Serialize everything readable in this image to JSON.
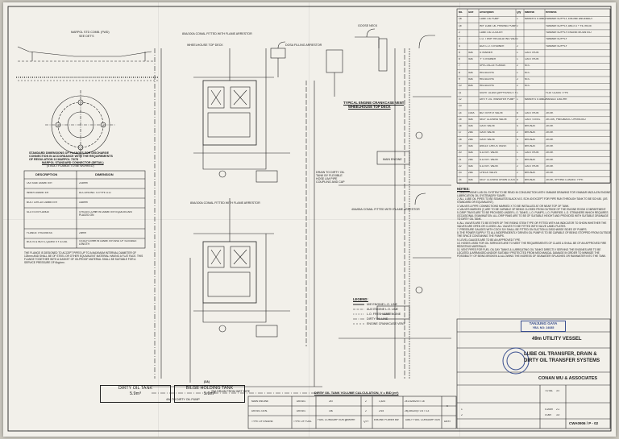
{
  "marpol": {
    "coaming_label": "MARPOL STD COMB. (FWD)",
    "see_det": "SEE DET'S",
    "detail_title": "MARPOL STANDARD CONNECTOR (DETAIL)",
    "detail_sub": "(4 BOLT FLANGE TO BE WORKED)",
    "flange_title_1": "STANDARD DIMENSIONS OF FLANGES FOR DISCHARGE",
    "flange_title_2": "CONNECTION IN ACCORDANCE WITH THE REQUIREMENTS",
    "flange_title_3": "OF REGULATION 13 MARPOL 73/78"
  },
  "dim_table": {
    "headers": [
      "DESCRIPTION",
      "DIMENSION"
    ],
    "rows": [
      [
        "OUTSIDE DIAMETER",
        "215mm"
      ],
      [
        "INNER DIAMETER",
        "ACCORDING TO PIPE O.D."
      ],
      [
        "BOLT CIRCLE DIAMETER",
        "183mm"
      ],
      [
        "SLOTS IN FLANGE",
        "4 HOLES 22mm IN DIAMETER EQUIDISTANT PLACED ON"
      ],
      [
        "FLANGE THICKNESS",
        "20mm"
      ],
      [
        "BOLTS & NUTS, QUANTITY & DIA.",
        "4 EACH 20mm IN DIAMETER AND OF SUITABLE LENGTH"
      ]
    ],
    "footnote": "THE FLANGE IS DESIGNED TO ACCEPT PIPES UP TO A MAXIMUM INTERNAL DIAMETER OF 125mm AND SHALL BE OF STEEL OR OTHER EQUIVALENT MATERIAL HAVING A FLAT FACE. THIS FLANGE TOGETHER WITH A GASKET OF OILPROOF MATERIAL SHALL BE SUITABLE FOR A SERVICE PRESSURE OF 6kg/cm²."
  },
  "labels": {
    "typical_title": "TYPICAL ENGINE CRANKCASE VENT",
    "typical_sub": "WHEELHOUSE TOP DECK",
    "goose_1": "80A/100A COMAL FITTED WITH FLAME ARRESTOR",
    "goose_2": "WHEELHOUSE TOP DECK",
    "goose_3": "80A/100A COMAL FITTED WITH FLAME ARRESTOR",
    "goose_4": "40A/65A COMAL FITTED WITH FLAME ARRESTOR",
    "dosa": "DOSA FILLING ARRESTOR",
    "gooseneck": "GOOSE NECK",
    "drain": "DRAIN TO DIRTY OIL TANK BY FLEXIBLE HOSE LIM PIPE COUPLING AND CAP",
    "vent_main": "MAIN ENGINE",
    "vent_aux": "AUX ENGINE",
    "pipe_40": "40A TO DIRTY OIL PUMP",
    "pipe_25": "25A DRAIN FROM WET PIPE"
  },
  "legend": {
    "title": "LEGEND:",
    "items": [
      "M/E ENGINE L.O. LINE",
      "AUX ENGINE L.O. LINE",
      "L.O. FRESH LINE",
      "DIRTY OIL LINE",
      "ENGINE CRANKCASE VENT"
    ]
  },
  "tanks": {
    "dirty_name": "DIRTY OIL TANK",
    "dirty_vol": "5.9m³",
    "bilge_tag": "(3A)",
    "bilge_name": "BILGE HOLDING TANK",
    "bilge_vol": "5.9m³"
  },
  "dirty_table": {
    "title": "DIRTY OIL TANK VOLUME CALCULATION, V = B/D (m³)",
    "rows": [
      [
        "MAIN ENGINE",
        "DIESEL",
        "267",
        "2",
        "1,524",
        "2x1.524x257= 18"
      ],
      [
        "DIESEL GEN.",
        "DIESEL",
        "150",
        "2",
        "2/15",
        "2x(15x220)= 0.4 = 13"
      ],
      [
        "TYPE OF ENGINE",
        "TYPE OF FUEL",
        "FUEL CONSUMPTION g/kW/HR",
        "QTY",
        "ENGINE POWER kW",
        "DAILY FUEL CONSUMPTION"
      ]
    ],
    "days": "DAYS",
    "days_val": "5"
  },
  "parts": {
    "headers": [
      "No.",
      "Size",
      "Description",
      "Qty",
      "Material",
      "Remarks"
    ],
    "rows": [
      [
        "1a",
        "",
        "LUBE OIL PUMP",
        "1",
        "MAKER'S STANDARD",
        "YANMAR SUPPLY, ENGINE ANGEBAUT"
      ],
      [
        "1b",
        "",
        "W/F LUBE OIL PRIMING PUMP",
        "2",
        "",
        "YANMAR SUPPLY, ANGTO + FILTRATE"
      ],
      [
        "2",
        "",
        "LUBE OIL COOLER",
        "",
        "",
        "YANMAR SUPPLY ENGINE MOUNTED"
      ],
      [
        "3",
        "",
        "L.O. TEMP. REGULATING VALVE",
        "2",
        "",
        "YANMAR SUPPLY"
      ],
      [
        "4",
        "",
        "AUX L.O. STRAINER",
        "2",
        "",
        "YANMAR SUPPLY"
      ],
      [
        "5",
        "40A",
        "STRAINER",
        "1",
        "CAST IRON",
        ""
      ],
      [
        "6",
        "40A",
        "'Y' STRAINER",
        "1",
        "CAST IRON",
        ""
      ],
      [
        "7",
        "",
        "SPECTACLE FLANGE",
        "2",
        "M.S.",
        ""
      ],
      [
        "8",
        "40A",
        "REDUCERS",
        "1",
        "M.S.",
        ""
      ],
      [
        "9",
        "50A",
        "REDUCERS",
        "2",
        "M.S.",
        ""
      ],
      [
        "10",
        "80A",
        "REDUCERS",
        "2",
        "M.S.",
        ""
      ],
      [
        "11",
        "",
        "SIGHT GLASS (APPROVED TYPE)",
        "1",
        "",
        "FLAT GLASS TYPE"
      ],
      [
        "12",
        "",
        "DIRTY OIL TRANSFER PUMP",
        "1",
        "MAKER'S STANDARD",
        "HANDLE 100L/HR"
      ],
      [
        "13",
        "",
        "",
        "",
        "",
        ""
      ],
      [
        "14",
        "100A",
        "BUTTERFLY VALVE",
        "8",
        "CAST IRON",
        "JIS 5K"
      ],
      [
        "15",
        "40A",
        "SELF CLOSING VALVE",
        "2",
        "CAST STEEL",
        "JIS 10K, PNEUMATIC OPERATED"
      ],
      [
        "16",
        "40A",
        "GATE VALVE",
        "4",
        "BRONZE",
        "JIS 5K"
      ],
      [
        "17",
        "25A",
        "GATE VALVE",
        "2",
        "BRONZE",
        "JIS 5K"
      ],
      [
        "18",
        "25A",
        "GATE VALVE",
        "4",
        "BRONZE",
        "JIS 5K"
      ],
      [
        "19",
        "40A",
        "ANGLE CHECK VALVE",
        "1",
        "BRONZE",
        "JIS 5K"
      ],
      [
        "20",
        "40A",
        "S.D.N.R. VALVE",
        "1",
        "CAST IRON",
        "JIS 5K"
      ],
      [
        "21",
        "25A",
        "S.D.N.R. VALVE",
        "1",
        "BRONZE",
        "JIS 5K"
      ],
      [
        "22",
        "40A",
        "S.D.N.R. VALVE",
        "2",
        "CAST IRON",
        "JIS 5K"
      ],
      [
        "23",
        "25A",
        "CHECK VALVE",
        "2",
        "BRONZE",
        "JIS 5K"
      ],
      [
        "24",
        "40A",
        "SELF CLOSING DRAIN COCK",
        "6",
        "BRONZE",
        "JIS 5K, SPRING LOADED TYPE"
      ]
    ]
  },
  "notes": {
    "title": "NOTES:",
    "items": [
      "1. MAIN ENGINE LUB OIL SYSTEM TO BE READ IN CONJUNCTION WITH YANMAR DRAWING FOR YANMAR 6N21A-EN ENGINE LUBRICATION OIL SYSTEM(DRY SUMP)",
      "2. ALL LUBE OIL PIPES TO BE SEAMLESS BLACK M.S. SCH.40 EXCEPT FOR PIPE RUN THROUGH TANK TO BE SCH.80. (JIS STANDARD OR EQUIVALENT).",
      "3. VALVES & PIPE CONNECTIONS MARKED X TO BE INSTALLED AT OR NEAR TOP OF TANK.",
      "4. VALVES MARKED (*) ARE TO BE CAPABLE OF BEING CLOSED FROM OUTSIDE OF THE ENGINE ROOM COMPARTMENT.",
      "5. DRIP TRAYS ARE TO BE PROVIDED UNDER L.O. TANKS, L.O. PUMPS, L.O. PURIFIER, L.O. STRAINERS WHICH REQUIRES OCCASIONAL EXAMINATION. ALL DRIP PANS ARE TO BE OF SUITABLE HEIGHT AND PROVIDED WITH SUITABLE DRAINAGE TO DIRTY OIL TANK.",
      "6. ALL VALVES ARE TO BE EITHER OF THE RISING STEM TYPE OR FITTED WITH AN INDICATOR TO SHOW WHETHER THE VALVES ARE OPEN OR CLOSED. ALL VALVES TO BE FITTED WITH VALVE LABEL PLATES.",
      "7. PRESSURE GAUGES WITH COCK S/V SHALL BE FITTED ON SUCTION & DISCHARGE SIDES OF PUMPS.",
      "8. THE POWER SUPPLY TO ALL INDEPENDENTLY DRIVEN OIL PUMP IS TO BE CAPABLE OF BEING STOPPED FROM OUTSIDE THE SPACE CONTAINING THE PUMPS.",
      "9. LEVEL GAUGES ARE TO BE AN APPROVED TYPE.",
      "10. HOSES USED FOR OIL SERVICES ARE TO MEET THE REQUIREMENTS OF CLASS & SHALL BE OF AN APPROVED FIRE RESISTING MATERIALS.",
      "11. VENT PIPES FOR FUEL OIL DAY TANKS & LUBRICATING OIL TANKS DIRECTLY SERVING THE ENGINES ARE TO BE LOCATED & ARRANGED AND/OR SUITABLY PROTECTED FROM MECHANICAL DAMAGE IN ORDER TO MINIMIZE THE POSSIBILITY OF BEING BROKEN & ALLOWING THE INGRESS OF SEAWATER SPLASHES OR RAINWATER INTO THE TANK."
    ]
  },
  "title_block": {
    "stamp_1": "TANJUNG GAYA",
    "stamp_2": "YB/L NO: 24085",
    "vessel": "49m UTILITY VESSEL",
    "title_1": "LUBE OIL TRANSFER, DRAIN &",
    "title_2": "DIRTY OIL TRANSFER SYSTEMS",
    "company": "CONAN WU & ASSOCIATES",
    "dwg_no": "CWA0906 / P - 02",
    "total": "TOTAL",
    "total_val": "3.9",
    "row_1": [
      "1",
      "0.2069",
      "2.2"
    ],
    "row_2": [
      "2",
      "0.069",
      "3.4"
    ]
  },
  "colors": {
    "paper": "#f2f0ea",
    "ink": "#1b1b1b",
    "stamp": "#34498a"
  }
}
